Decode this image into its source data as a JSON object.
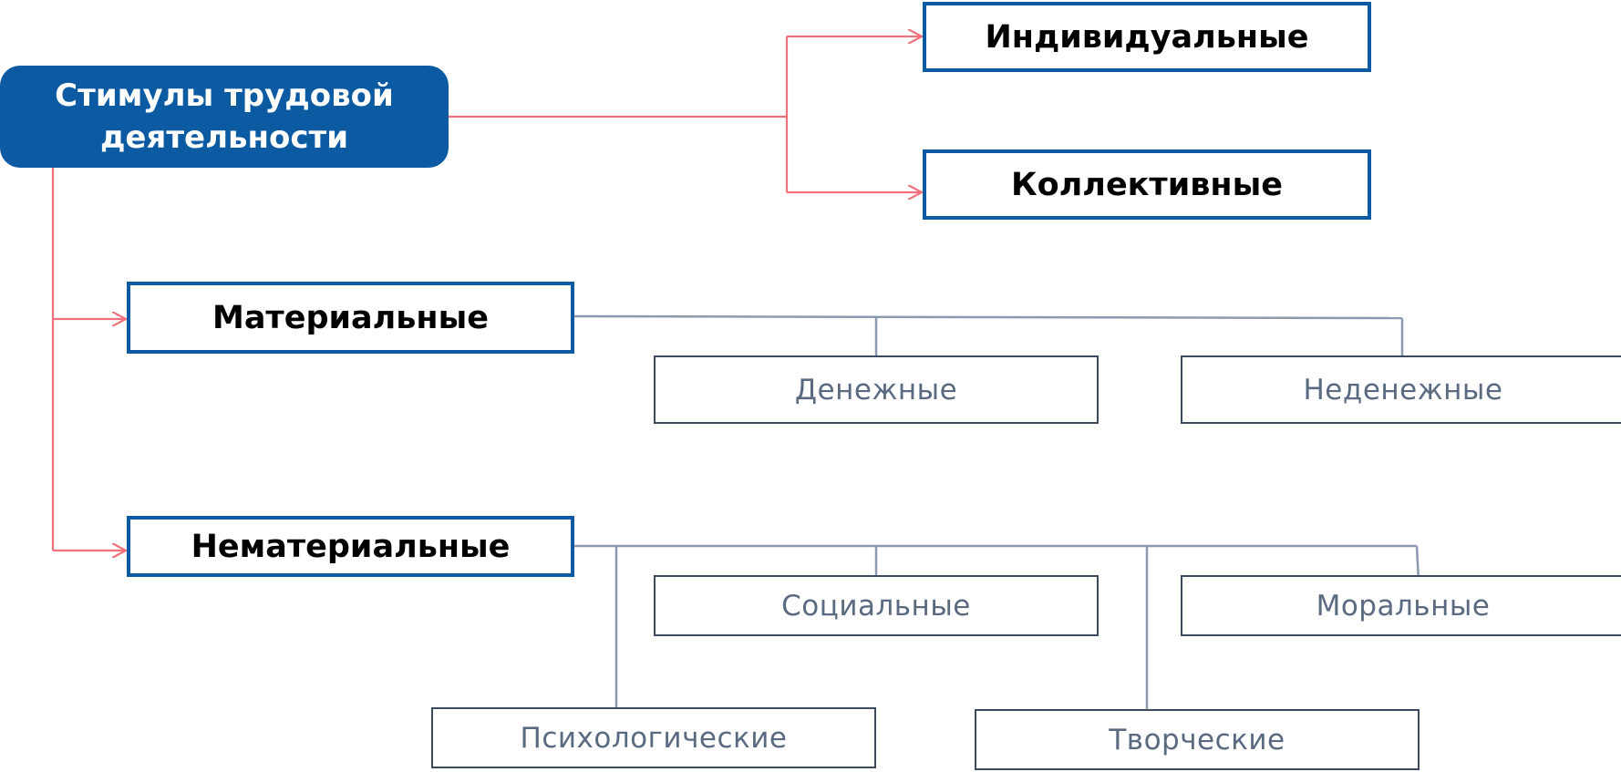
{
  "root": {
    "label": "Стимулы трудовой деятельности"
  },
  "scope": {
    "individual": "Индивидуальные",
    "collective": "Коллективные"
  },
  "material": {
    "label": "Материальные",
    "children": {
      "money": "Денежные",
      "nonmoney": "Неденежные"
    }
  },
  "nonmaterial": {
    "label": "Нематериальные",
    "children": {
      "social": "Социальные",
      "moral": "Моральные",
      "psychological": "Психологические",
      "creative": "Творческие"
    }
  },
  "colors": {
    "primary_blue": "#0b5aa2",
    "arrow_red": "#f0707c",
    "secondary_line": "#8c9ab0",
    "secondary_text": "#5a6a80"
  }
}
